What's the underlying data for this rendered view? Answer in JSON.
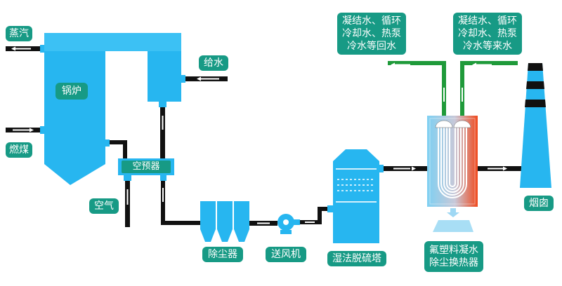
{
  "labels": {
    "steam": "蒸汽",
    "fuel": "燃煤",
    "boiler": "锅炉",
    "feedwater": "给水",
    "air_preheater": "空预器",
    "air": "空气",
    "dust_collector": "除尘器",
    "blower": "送风机",
    "wet_fgd": "湿法脱硫塔",
    "exchanger": "氟塑料凝水\n除尘换热器",
    "chimney": "烟囱",
    "return_water": "凝结水、循环\n冷却水、热泵\n冷水等回水",
    "supply_water": "凝结水、循环\n冷却水、热泵\n冷水等来水"
  },
  "colors": {
    "equipment": "#27b6f0",
    "equipment_dark": "#1a9fd6",
    "label_bg": "#179a85",
    "pipe": "#111111",
    "water_pipe": "#1f9a3a",
    "hot": "#f04a1e",
    "chimney_band": "#111111"
  }
}
